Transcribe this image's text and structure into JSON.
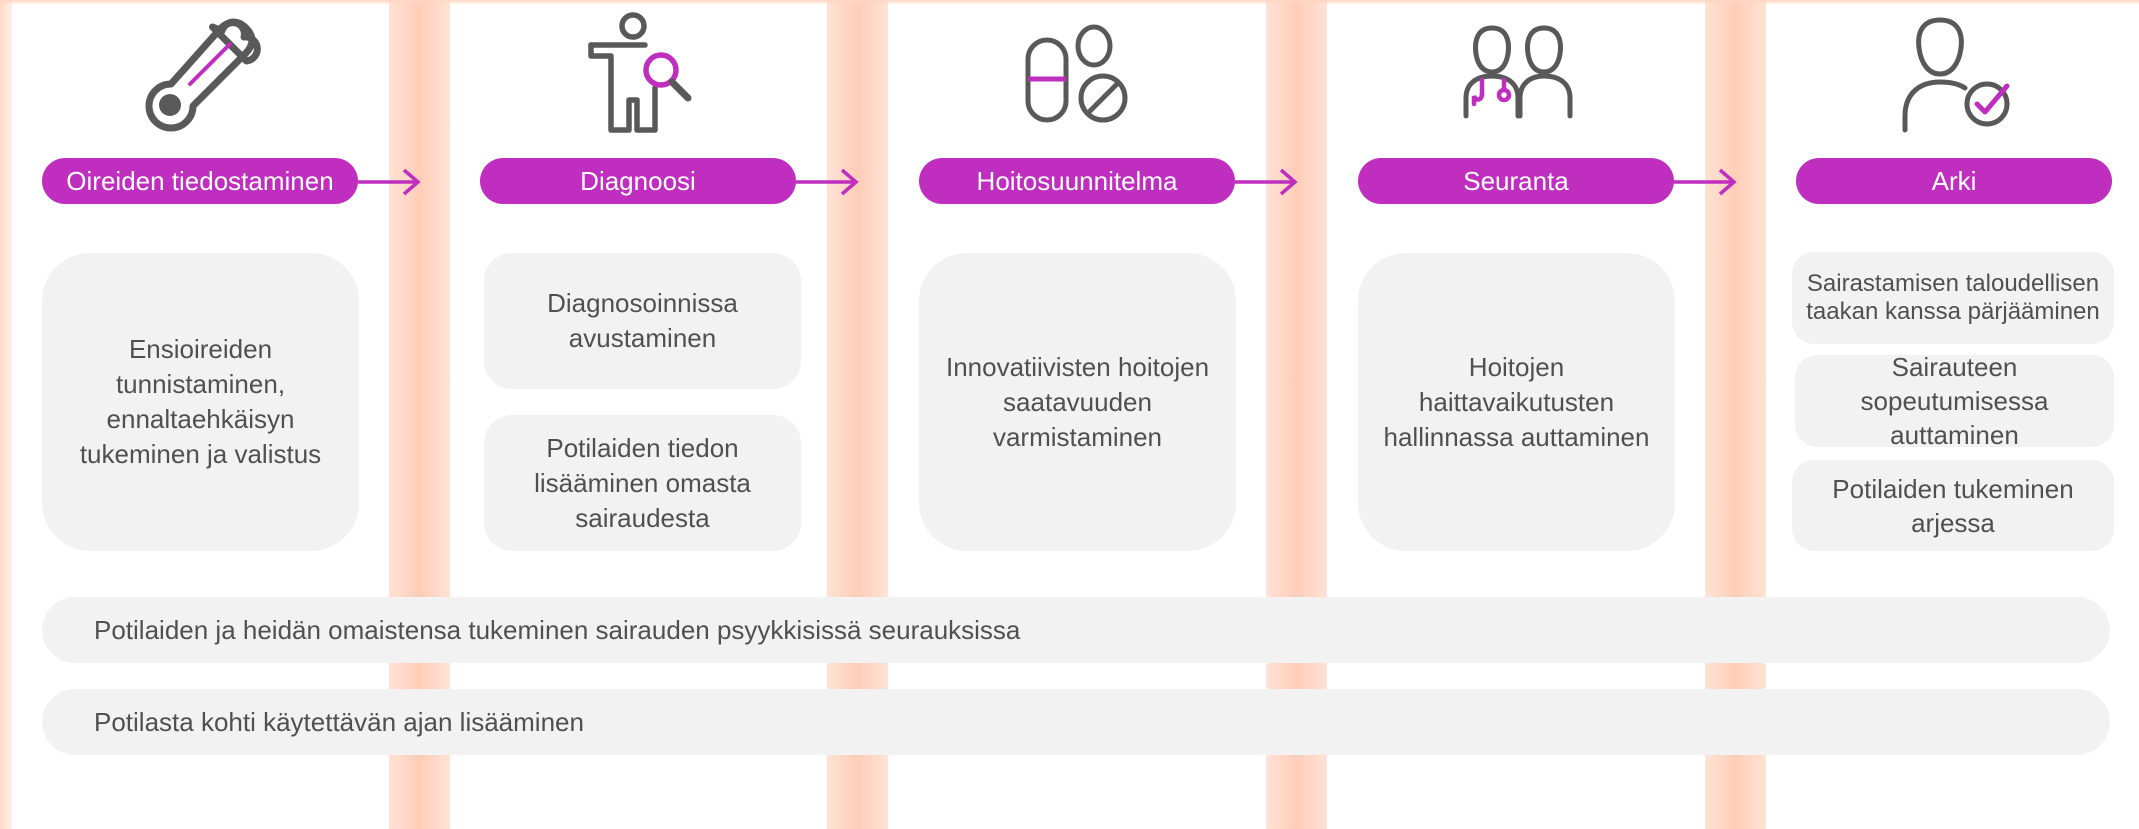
{
  "accent_color": "#bf2ebf",
  "icon_color": "#595959",
  "stages": [
    {
      "label": "Oireiden tiedostaminen",
      "icon": "thermometer-icon",
      "items": [
        "Ensioireiden tunnistaminen, ennaltaehkäisyn tukeminen ja valistus"
      ]
    },
    {
      "label": "Diagnoosi",
      "icon": "body-scan-magnifier-icon",
      "items": [
        "Diagnosoinnissa avustaminen",
        "Potilaiden tiedon lisääminen omasta sairaudesta"
      ]
    },
    {
      "label": "Hoitosuunnitelma",
      "icon": "pills-icon",
      "items": [
        "Innovatiivisten hoitojen saatavuuden varmistaminen"
      ]
    },
    {
      "label": "Seuranta",
      "icon": "doctor-patient-icon",
      "items": [
        "Hoitojen haittavaikutusten hallinnassa auttaminen"
      ]
    },
    {
      "label": "Arki",
      "icon": "person-check-icon",
      "items": [
        "Sairastamisen taloudellisen taakan kanssa pärjääminen",
        "Sairauteen sopeutumisessa auttaminen",
        "Potilaiden tukeminen arjessa"
      ]
    }
  ],
  "cross_cutting": [
    "Potilaiden ja heidän omaistensa tukeminen sairauden psyykkisissä seurauksissa",
    "Potilasta kohti käytettävän ajan lisääminen"
  ]
}
